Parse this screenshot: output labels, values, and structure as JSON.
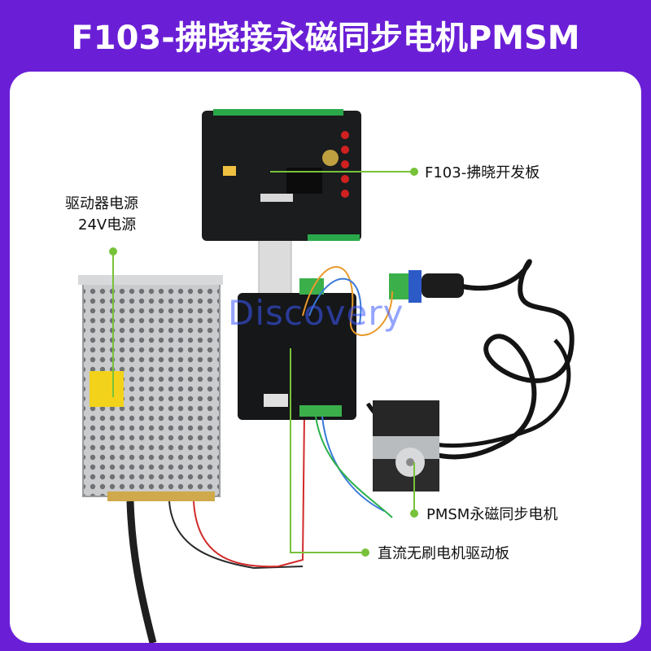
{
  "title": "F103-拂晓接永磁同步电机PMSM",
  "watermark": "Discovery",
  "labels": {
    "dev_board": "F103-拂晓开发板",
    "power_line1": "驱动器电源",
    "power_line2": "24V电源",
    "motor": "PMSM永磁同步电机",
    "driver_board": "直流无刷电机驱动板"
  },
  "colors": {
    "background": "#6a1fd6",
    "card": "#ffffff",
    "leader": "#78c23a",
    "watermark": "#3c5aff"
  }
}
